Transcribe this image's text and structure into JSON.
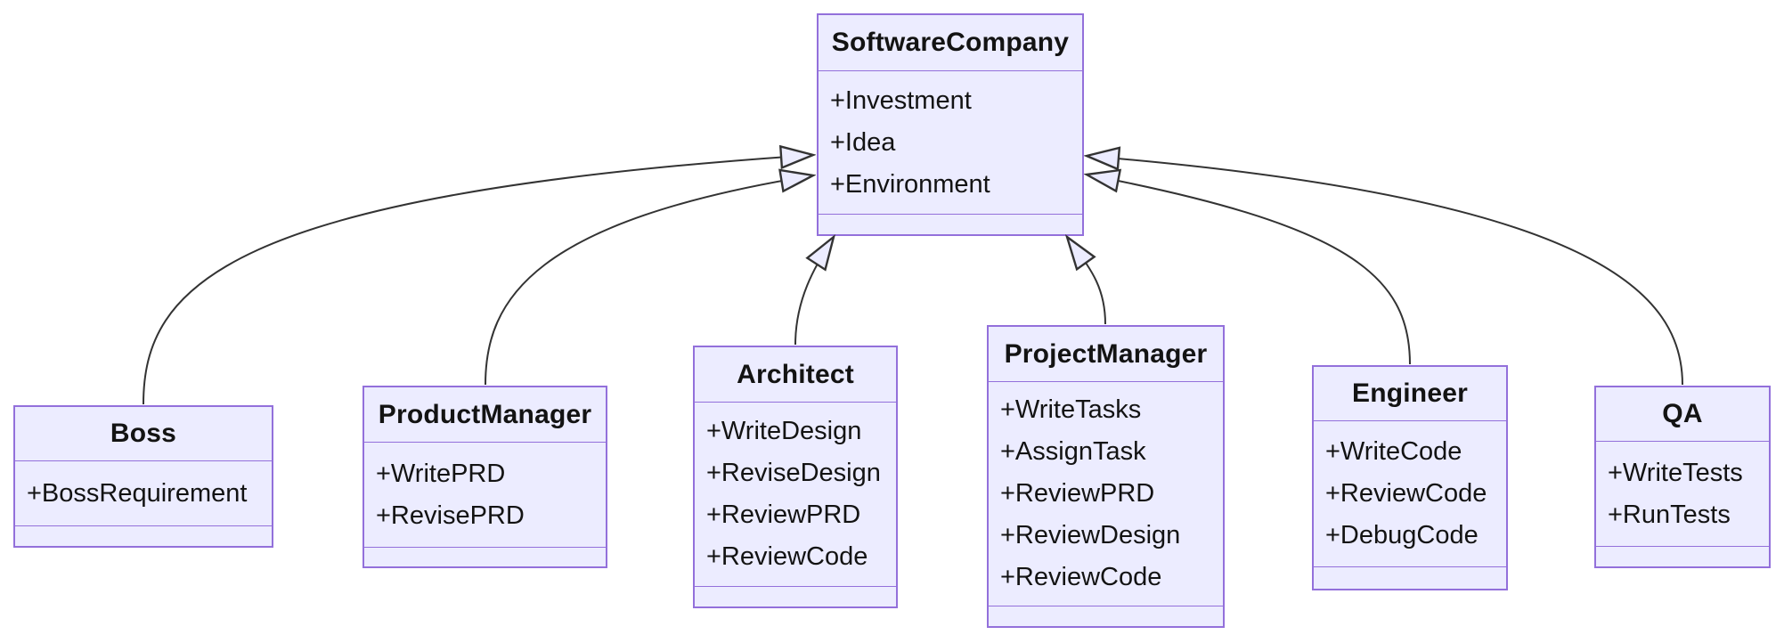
{
  "diagram_type": "uml-class-diagram",
  "colors": {
    "node_fill": "#ECECFF",
    "node_border": "#9370DB",
    "edge_color": "#333333",
    "text_color": "#131313",
    "bg": "#ffffff"
  },
  "classes": [
    {
      "name": "SoftwareCompany",
      "members": [
        "+Investment",
        "+Idea",
        "+Environment"
      ]
    },
    {
      "name": "Boss",
      "members": [
        "+BossRequirement"
      ]
    },
    {
      "name": "ProductManager",
      "members": [
        "+WritePRD",
        "+RevisePRD"
      ]
    },
    {
      "name": "Architect",
      "members": [
        "+WriteDesign",
        "+ReviseDesign",
        "+ReviewPRD",
        "+ReviewCode"
      ]
    },
    {
      "name": "ProjectManager",
      "members": [
        "+WriteTasks",
        "+AssignTask",
        "+ReviewPRD",
        "+ReviewDesign",
        "+ReviewCode"
      ]
    },
    {
      "name": "Engineer",
      "members": [
        "+WriteCode",
        "+ReviewCode",
        "+DebugCode"
      ]
    },
    {
      "name": "QA",
      "members": [
        "+WriteTests",
        "+RunTests"
      ]
    }
  ],
  "relations": [
    {
      "from": "Boss",
      "to": "SoftwareCompany",
      "type": "inheritance",
      "arrow": "hollow-triangle"
    },
    {
      "from": "ProductManager",
      "to": "SoftwareCompany",
      "type": "inheritance",
      "arrow": "hollow-triangle"
    },
    {
      "from": "Architect",
      "to": "SoftwareCompany",
      "type": "inheritance",
      "arrow": "hollow-triangle"
    },
    {
      "from": "ProjectManager",
      "to": "SoftwareCompany",
      "type": "inheritance",
      "arrow": "hollow-triangle"
    },
    {
      "from": "Engineer",
      "to": "SoftwareCompany",
      "type": "inheritance",
      "arrow": "hollow-triangle"
    },
    {
      "from": "QA",
      "to": "SoftwareCompany",
      "type": "inheritance",
      "arrow": "hollow-triangle"
    }
  ]
}
